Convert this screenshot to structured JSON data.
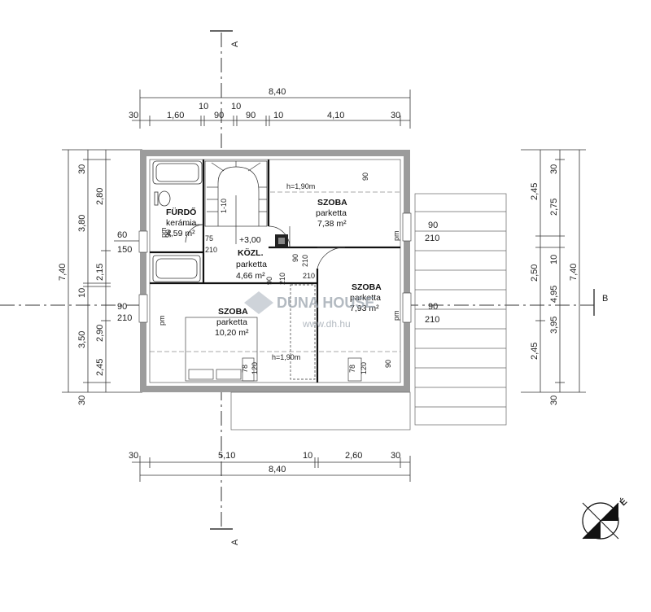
{
  "section_marks": {
    "a_top": "A",
    "a_bottom": "A",
    "b": "B"
  },
  "dims_top": {
    "total": "8,40",
    "segments": [
      "30",
      "1,60",
      "10",
      "90",
      "10",
      "90",
      "10",
      "4,10",
      "30"
    ]
  },
  "dims_bottom": {
    "segments": [
      "30",
      "5,10",
      "10",
      "2,60",
      "30"
    ],
    "total": "8,40"
  },
  "dims_left": {
    "total": "7,40",
    "mid": [
      "3,80",
      "10",
      "3,50"
    ],
    "detail": [
      "30",
      "2,80",
      "60",
      "2,15",
      "10",
      "2,90",
      "2,45",
      "30"
    ],
    "opening": "150"
  },
  "dims_right": {
    "total": "7,40",
    "mid": [
      "2,75",
      "10",
      "4,95",
      "3,95"
    ],
    "detail": [
      "2,45",
      "30",
      "2,50",
      "2,45",
      "30"
    ]
  },
  "rooms": [
    {
      "name": "FÜRDŐ",
      "floor": "kerámia",
      "area": "4,59 m²"
    },
    {
      "name": "SZOBA",
      "floor": "parketta",
      "area": "7,38 m²"
    },
    {
      "name": "KÖZL.",
      "floor": "parketta",
      "area": "4,66 m²"
    },
    {
      "name": "SZOBA",
      "floor": "parketta",
      "area": "7,93 m²"
    },
    {
      "name": "SZOBA",
      "floor": "parketta",
      "area": "10,20 m²"
    }
  ],
  "annotations": {
    "level": "+3,00",
    "h1": "h=1,90m",
    "h2": "h=1,90m",
    "stair": "1-10",
    "pm": "pm",
    "d90": "90",
    "d210": "210",
    "d75": "75",
    "d78": "78",
    "d120": "120",
    "d80": "80"
  },
  "watermark": {
    "brand": "DUNA HOUSE",
    "url": "www.dh.hu"
  },
  "north": {
    "label": "É"
  }
}
